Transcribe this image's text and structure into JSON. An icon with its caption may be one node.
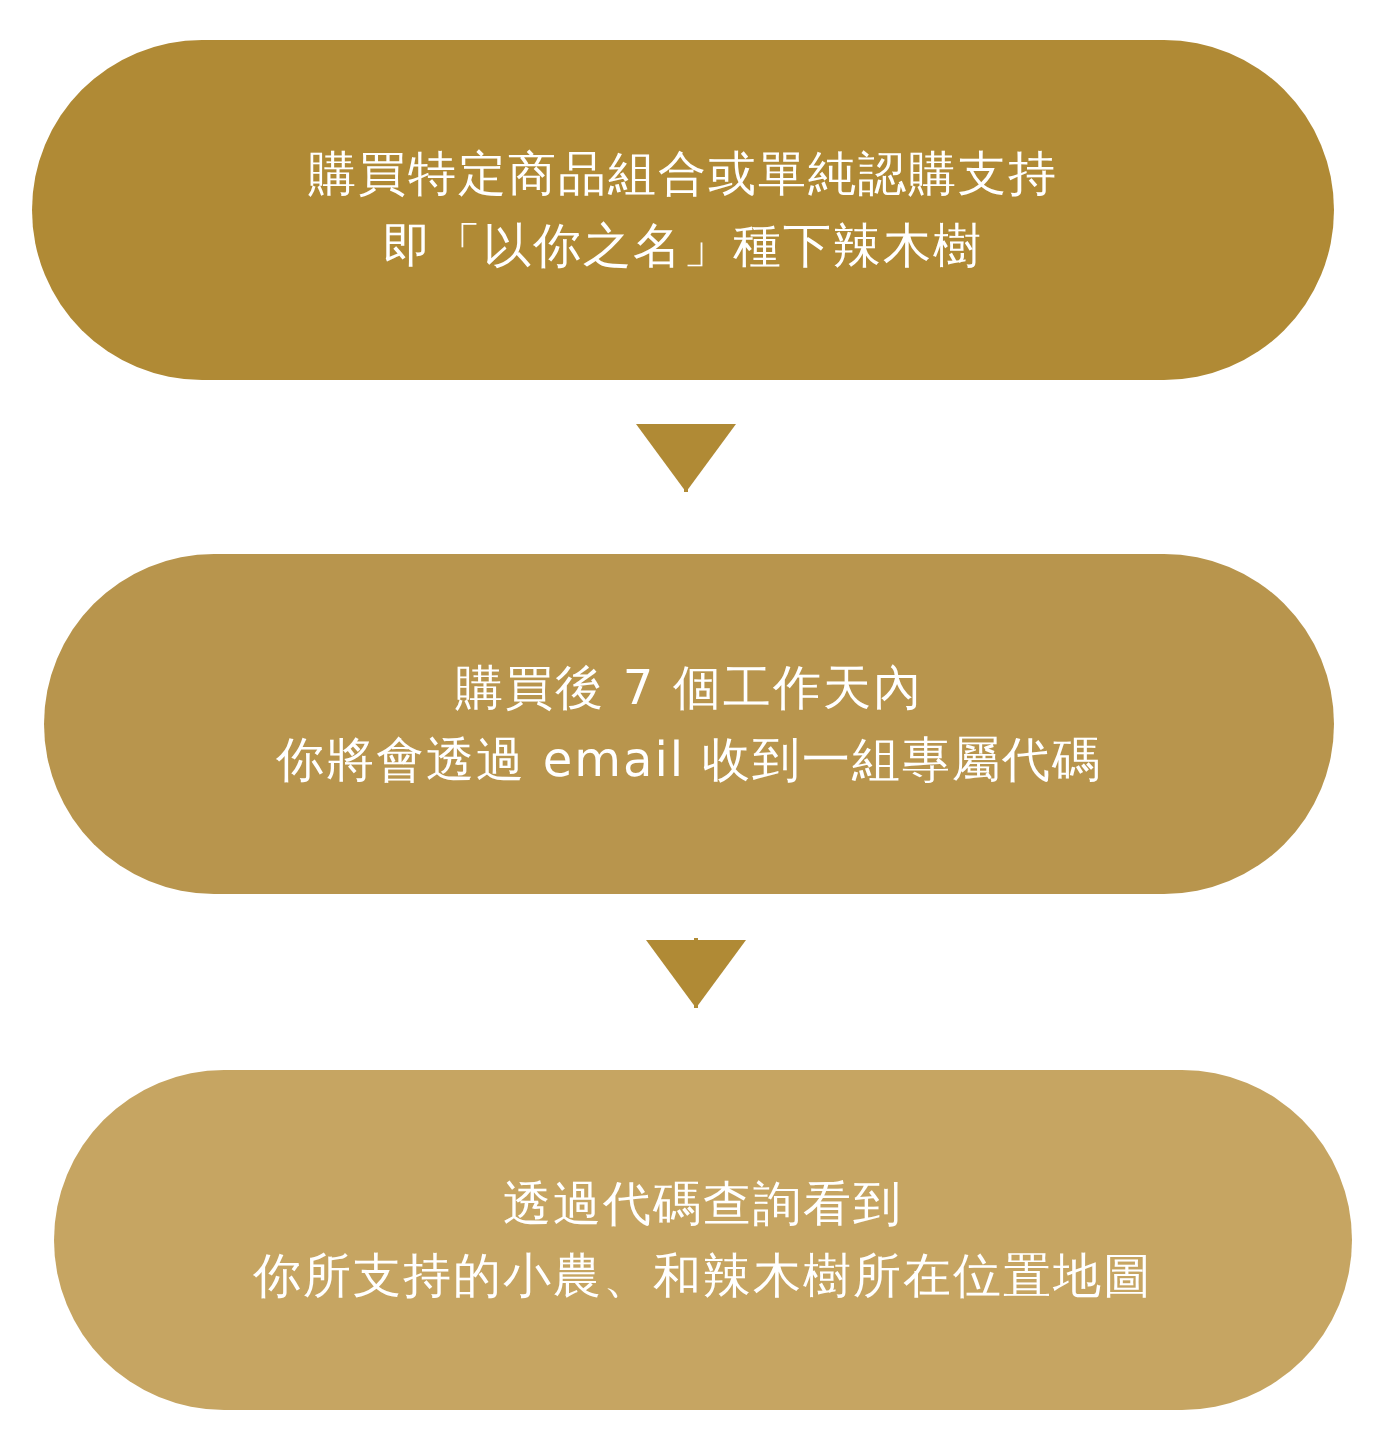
{
  "diagram": {
    "nodes": [
      {
        "text": [
          "購買特定商品組合或單純認購支持",
          "即「以你之名」種下辣木樹"
        ]
      },
      {
        "text": [
          "購買後 7 個工作天內",
          "你將會透過 email 收到一組專屬代碼"
        ]
      },
      {
        "text": [
          "透過代碼查詢看到",
          "你所支持的小農、和辣木樹所在位置地圖"
        ]
      }
    ],
    "edges": [
      {
        "from": 0,
        "to": 1,
        "arrow": "to"
      },
      {
        "from": 1,
        "to": 2,
        "arrow": "to"
      }
    ]
  }
}
